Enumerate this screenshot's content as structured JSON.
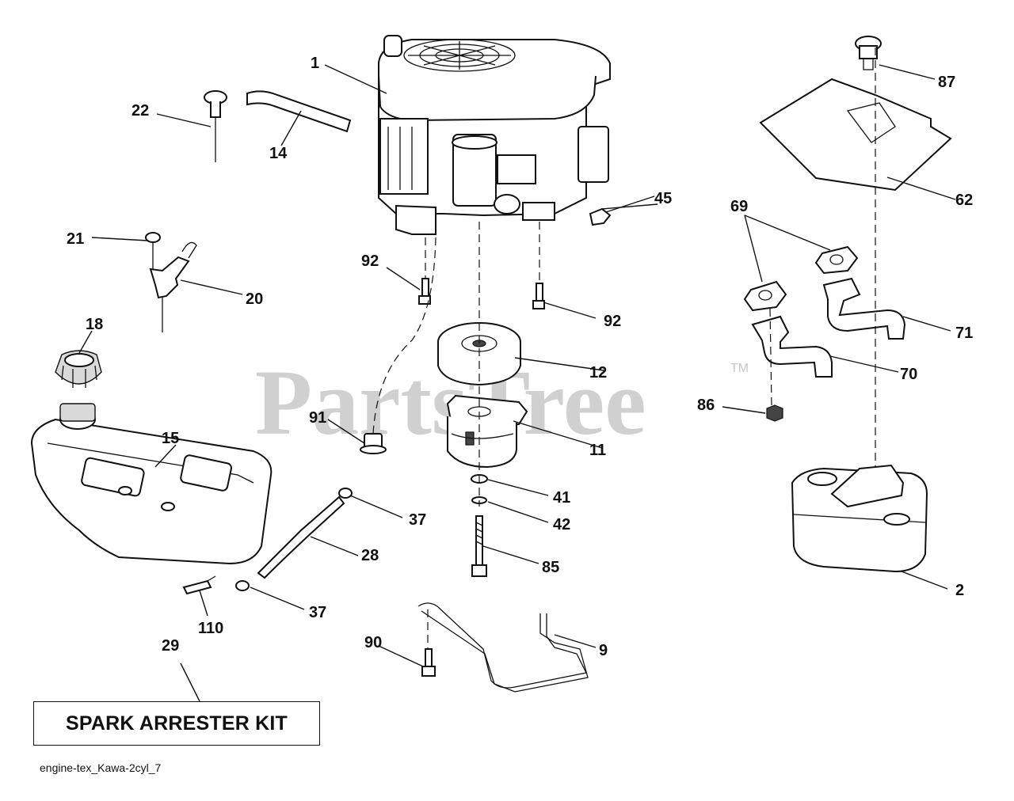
{
  "watermark": {
    "text": "PartsTree",
    "trademark": "TM"
  },
  "callouts": {
    "c1": "1",
    "c2": "2",
    "c9": "9",
    "c11": "11",
    "c12": "12",
    "c14": "14",
    "c15": "15",
    "c18": "18",
    "c20": "20",
    "c21": "21",
    "c22": "22",
    "c28": "28",
    "c29": "29",
    "c37a": "37",
    "c37b": "37",
    "c41": "41",
    "c42": "42",
    "c45": "45",
    "c62": "62",
    "c69": "69",
    "c70": "70",
    "c71": "71",
    "c85": "85",
    "c86": "86",
    "c87": "87",
    "c90": "90",
    "c91": "91",
    "c92a": "92",
    "c92b": "92",
    "c110": "110"
  },
  "kit_label": "SPARK ARRESTER KIT",
  "footer_code": "engine-tex_Kawa-2cyl_7"
}
